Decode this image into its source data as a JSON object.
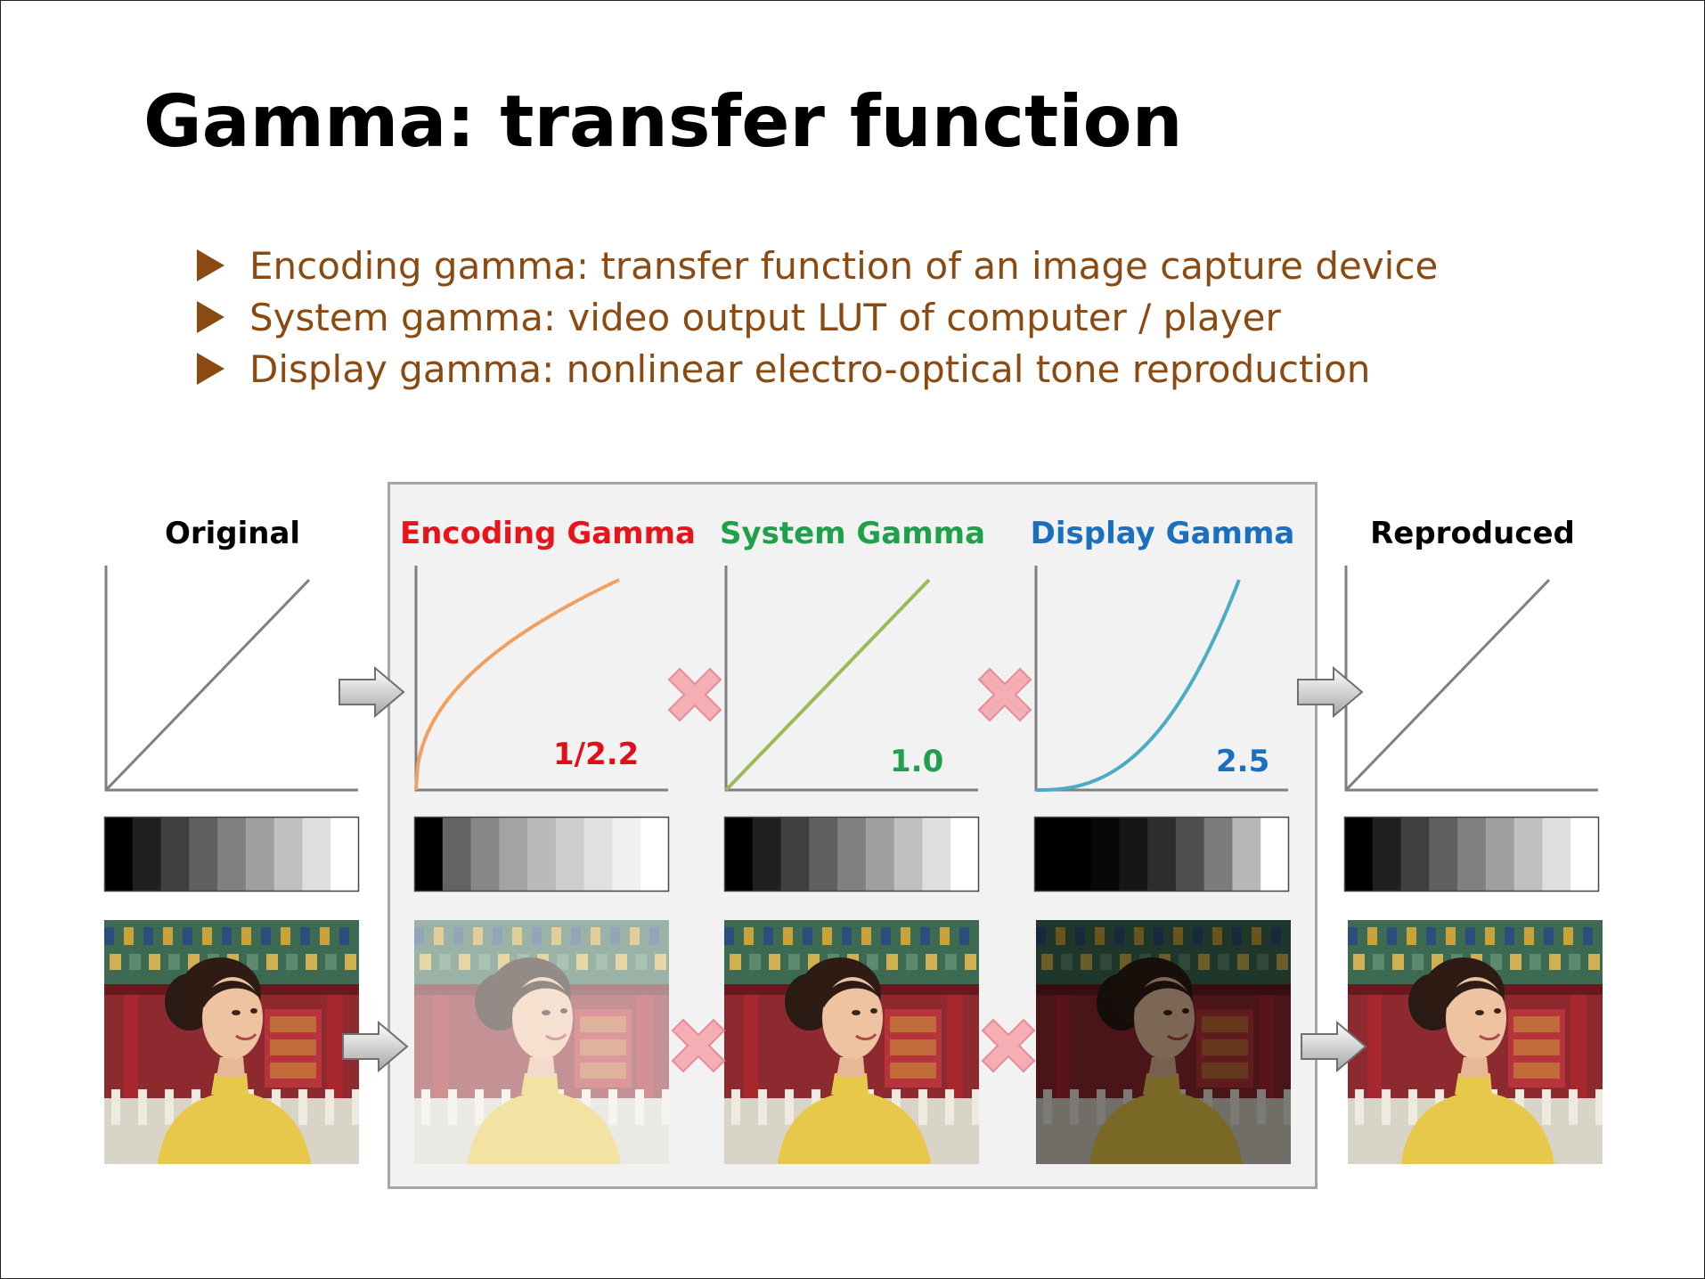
{
  "title": "Gamma: transfer function",
  "bullets": [
    "Encoding gamma: transfer function of an image capture device",
    "System gamma: video output LUT of computer / player",
    "Display gamma: nonlinear electro-optical tone reproduction"
  ],
  "stages": [
    {
      "id": "original",
      "title": "Original",
      "title_color": "#000000",
      "curve_color": "#7f7f7f",
      "gamma": 1.0,
      "value_label": "",
      "value_color": "#000000"
    },
    {
      "id": "encoding",
      "title": "Encoding Gamma",
      "title_color": "#e8141c",
      "curve_color": "#f0a060",
      "gamma": 0.4545,
      "value_label": "1/2.2",
      "value_color": "#e0101a"
    },
    {
      "id": "system",
      "title": "System Gamma",
      "title_color": "#1fa04a",
      "curve_color": "#9bbb59",
      "gamma": 1.0,
      "value_label": "1.0",
      "value_color": "#1fa04a"
    },
    {
      "id": "display",
      "title": "Display Gamma",
      "title_color": "#1a6fbf",
      "curve_color": "#4bacc6",
      "gamma": 2.5,
      "value_label": "2.5",
      "value_color": "#1a6fbf"
    },
    {
      "id": "reproduced",
      "title": "Reproduced",
      "title_color": "#000000",
      "curve_color": "#7f7f7f",
      "gamma": 1.0,
      "value_label": "",
      "value_color": "#000000"
    }
  ],
  "colors": {
    "bullet_text": "#8a4a12",
    "pipeline_box_fill": "#f2f2f2",
    "pipeline_box_border": "#a6a6a6",
    "axis": "#7f7f7f",
    "cross": "#f4aeb4"
  },
  "icons": {
    "flow_arrow": "right-arrow-icon",
    "multiply": "multiply-cross-icon"
  }
}
